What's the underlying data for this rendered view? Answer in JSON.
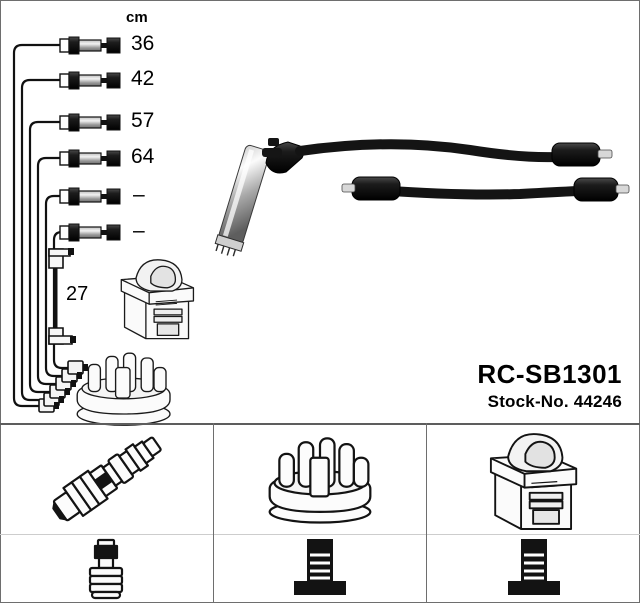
{
  "document": {
    "part_number": "RC-SB1301",
    "stock_label": "Stock-No. 44246",
    "unit_header": "cm"
  },
  "cable_set": {
    "unit": "cm",
    "leads": [
      {
        "index": 1,
        "length_label": "36",
        "length_cm": 36
      },
      {
        "index": 2,
        "length_label": "42",
        "length_cm": 42
      },
      {
        "index": 3,
        "length_label": "57",
        "length_cm": 57
      },
      {
        "index": 4,
        "length_label": "64",
        "length_cm": 64
      },
      {
        "index": 5,
        "length_label": "–",
        "length_cm": null
      },
      {
        "index": 6,
        "length_label": "–",
        "length_cm": null
      }
    ],
    "coil_lead": {
      "length_label": "27",
      "length_cm": 27
    }
  },
  "main_illustration": {
    "spark_plug_boot": "silver-metallic-straight-boot",
    "elbow_connector": "black-right-angle-boot",
    "lead_terminals": "black-straight-terminals"
  },
  "components": [
    {
      "slot": 1,
      "top_part": "spark-plug",
      "bottom_part": "rubber-boot-connector"
    },
    {
      "slot": 2,
      "top_part": "distributor-cap",
      "bottom_part": "terminal-connector"
    },
    {
      "slot": 3,
      "top_part": "ignition-coil",
      "bottom_part": "terminal-connector"
    }
  ],
  "colors": {
    "line": "#1a1a1a",
    "frame": "#6e6e6e",
    "divider": "#cdcdcd",
    "metal_light": "#e8e8e8",
    "metal_dark": "#8d8d8d",
    "cable_black": "#161616"
  }
}
